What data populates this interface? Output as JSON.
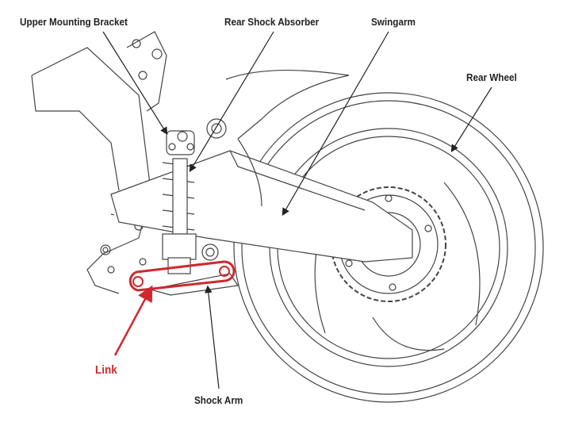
{
  "labels": {
    "upper_mounting_bracket": "Upper Mounting Bracket",
    "rear_shock_absorber": "Rear Shock Absorber",
    "swingarm": "Swingarm",
    "rear_wheel": "Rear Wheel",
    "link": "Link",
    "shock_arm": "Shock Arm"
  },
  "colors": {
    "line": "#333333",
    "highlight": "#d0282e"
  }
}
